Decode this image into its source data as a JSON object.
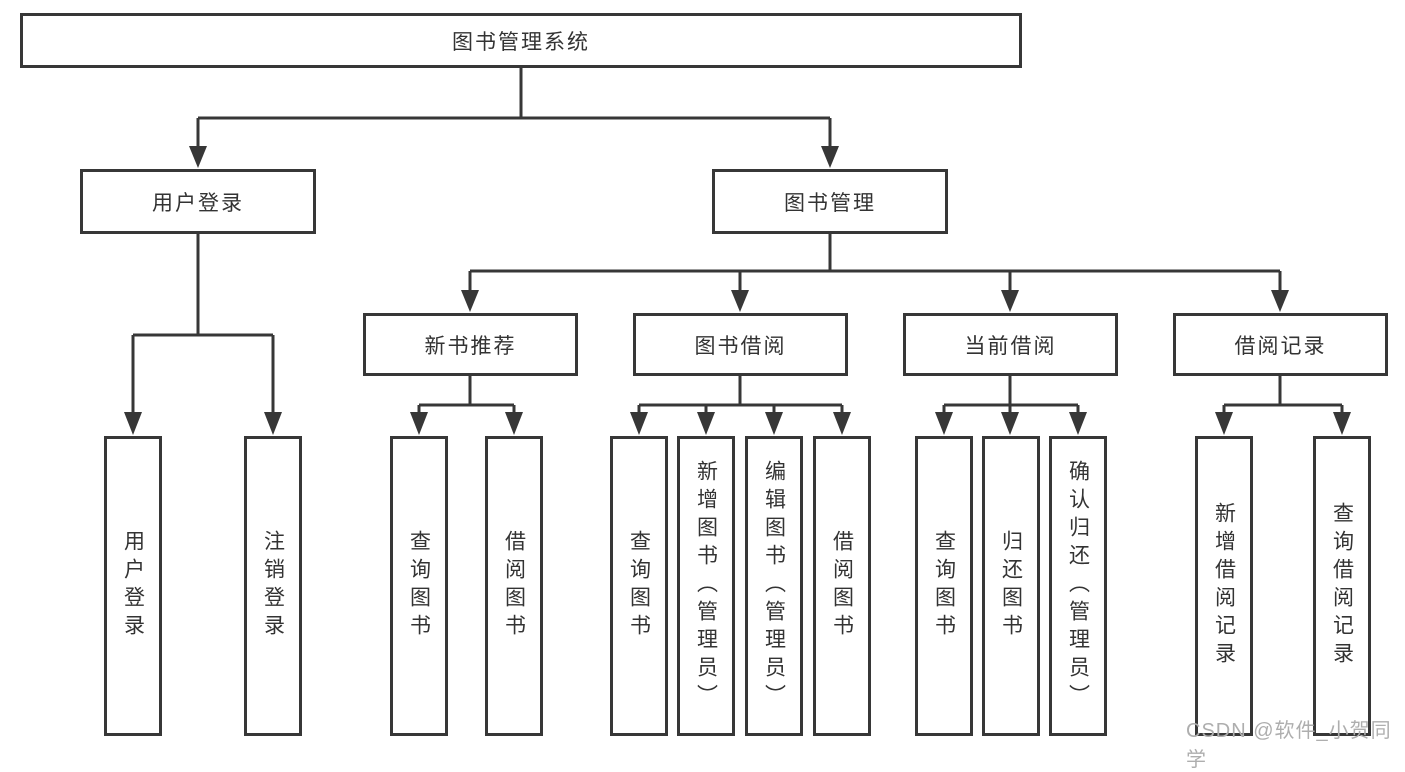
{
  "colors": {
    "line": "#373737",
    "text": "#333333",
    "background": "#ffffff",
    "watermark": "#aeaeae"
  },
  "watermark": {
    "text": "CSDN @软件_小贺同学"
  },
  "tree": {
    "label": "图书管理系统",
    "children": [
      {
        "label": "用户登录",
        "children": [
          {
            "label": "用户登录"
          },
          {
            "label": "注销登录"
          }
        ]
      },
      {
        "label": "图书管理",
        "children": [
          {
            "label": "新书推荐",
            "children": [
              {
                "label": "查询图书"
              },
              {
                "label": "借阅图书"
              }
            ]
          },
          {
            "label": "图书借阅",
            "children": [
              {
                "label": "查询图书"
              },
              {
                "label": "新增图书（管理员）"
              },
              {
                "label": "编辑图书（管理员）"
              },
              {
                "label": "借阅图书"
              }
            ]
          },
          {
            "label": "当前借阅",
            "children": [
              {
                "label": "查询图书"
              },
              {
                "label": "归还图书"
              },
              {
                "label": "确认归还（管理员）"
              }
            ]
          },
          {
            "label": "借阅记录",
            "children": [
              {
                "label": "新增借阅记录"
              },
              {
                "label": "查询借阅记录"
              }
            ]
          }
        ]
      }
    ]
  }
}
